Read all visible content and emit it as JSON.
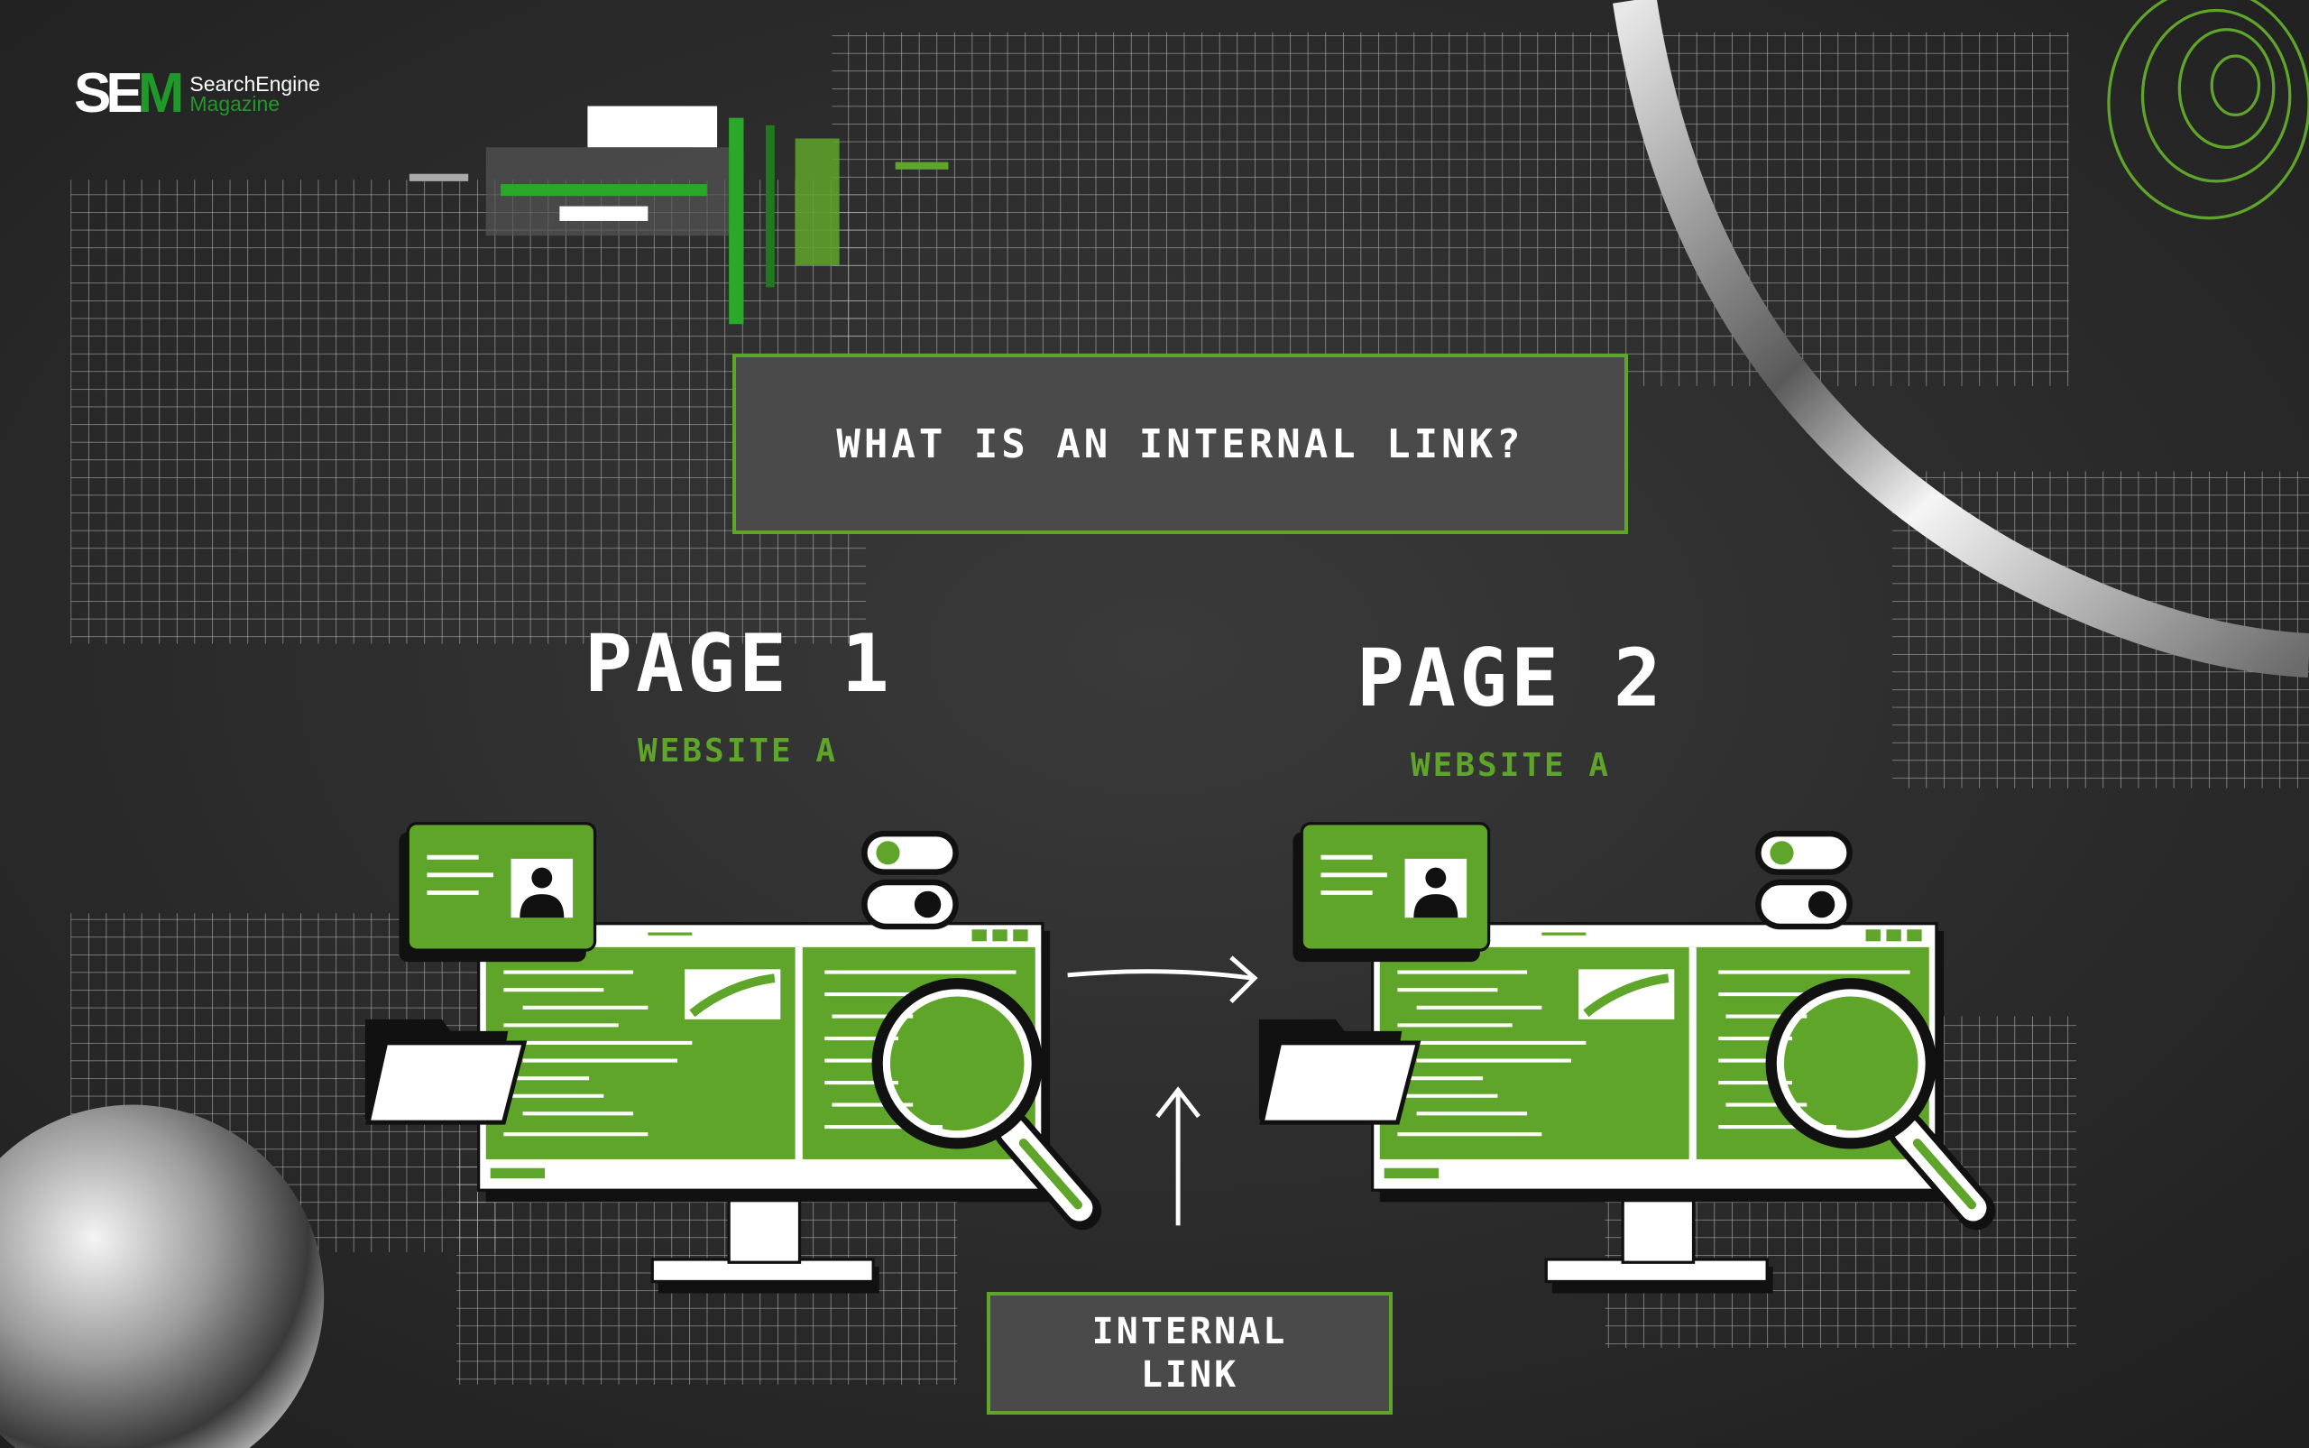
{
  "logo": {
    "mark_white": "SE",
    "mark_green": "M",
    "line1": "SearchEngine",
    "line2": "Magazine"
  },
  "title": "WHAT IS AN INTERNAL LINK?",
  "pages": [
    {
      "heading": "PAGE 1",
      "subtitle": "WEBSITE A"
    },
    {
      "heading": "PAGE 2",
      "subtitle": "WEBSITE A"
    }
  ],
  "link_label": {
    "line1": "INTERNAL",
    "line2": "LINK"
  },
  "colors": {
    "accent": "#5fa52a",
    "background": "#2b2b2b",
    "box": "#4a4a4a"
  }
}
